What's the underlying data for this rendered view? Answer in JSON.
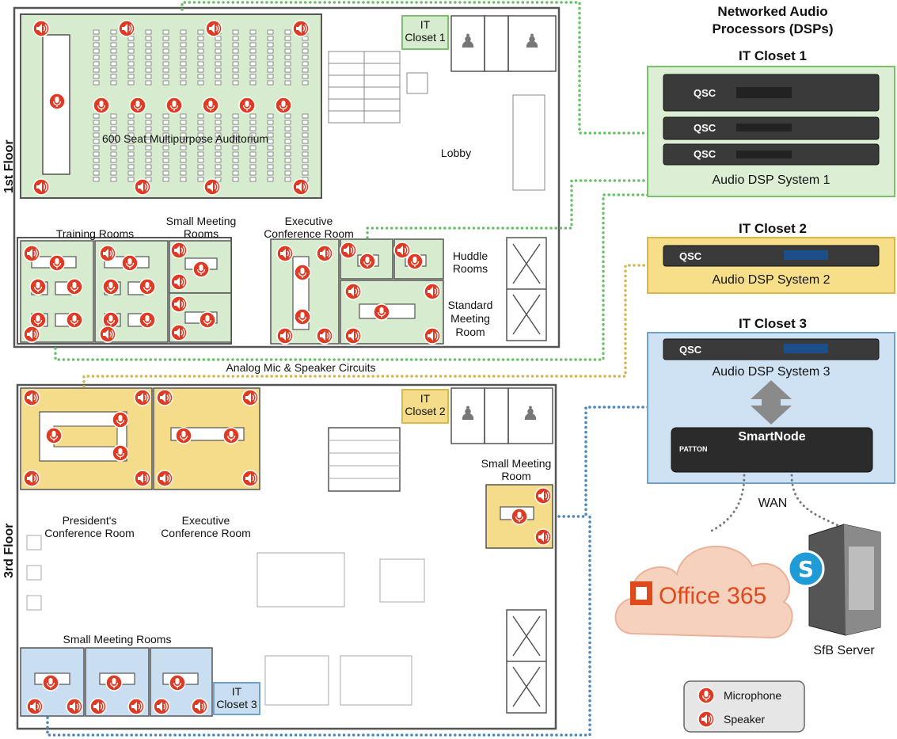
{
  "title": "Networked Audio Processors (DSPs)",
  "title_line1": "Networked Audio",
  "title_line2": "Processors (DSPs)",
  "floors": {
    "first": "1st Floor",
    "third": "3rd Floor"
  },
  "first_floor": {
    "auditorium": "600 Seat Multipurpose Auditorium",
    "it_closet_1": [
      "IT",
      "Closet 1"
    ],
    "lobby": "Lobby",
    "training_rooms": "Training Rooms",
    "small_meeting_rooms": [
      "Small Meeting",
      "Rooms"
    ],
    "executive_conference_room": [
      "Executive",
      "Conference Room"
    ],
    "huddle_rooms": [
      "Huddle",
      "Rooms"
    ],
    "standard_meeting_room": [
      "Standard",
      "Meeting",
      "Room"
    ]
  },
  "circuits_label": "Analog Mic & Speaker Circuits",
  "third_floor": {
    "it_closet_2": [
      "IT",
      "Closet 2"
    ],
    "presidents_conference_room": [
      "President's",
      "Conference Room"
    ],
    "executive_conference_room": [
      "Executive",
      "Conference Room"
    ],
    "small_meeting_room": [
      "Small Meeting",
      "Room"
    ],
    "small_meeting_rooms": "Small Meeting Rooms",
    "it_closet_3": [
      "IT",
      "Closet 3"
    ]
  },
  "closets": [
    {
      "heading": "IT Closet 1",
      "system": "Audio DSP System 1",
      "color": "#dcefd4",
      "border": "#7cbf6c"
    },
    {
      "heading": "IT Closet 2",
      "system": "Audio DSP System 2",
      "color": "#f7df8a",
      "border": "#d9b74a"
    },
    {
      "heading": "IT Closet 3",
      "system": "Audio DSP System 3",
      "color": "#cfe2f3",
      "border": "#6fa2cc"
    }
  ],
  "device_labels": {
    "dsp_brand": "QSC",
    "gateway": "SmartNode",
    "gateway_maker": "PATTON"
  },
  "wan_label": "WAN",
  "cloud_label": "Office 365",
  "server_label": "SfB Server",
  "legend": {
    "microphone": "Microphone",
    "speaker": "Speaker"
  },
  "colors": {
    "green_zone": "#d7ecce",
    "yellow_zone": "#f5dc8a",
    "blue_zone": "#c9def0",
    "green_link": "#6cc06a",
    "yellow_link": "#d4b650",
    "blue_link": "#4a86c0",
    "mic_red": "#e03a22"
  }
}
